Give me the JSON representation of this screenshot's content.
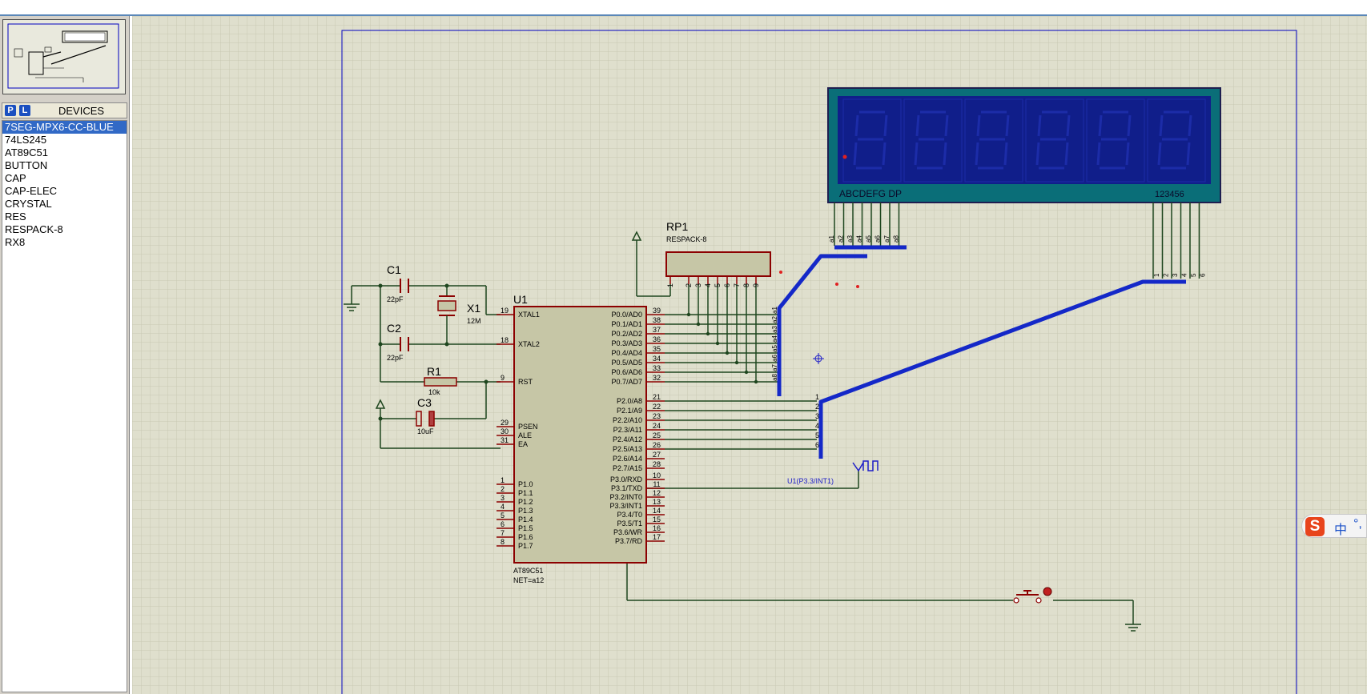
{
  "panel": {
    "pick_label": "P",
    "library_label": "L",
    "devices_title": "DEVICES",
    "devices": [
      "7SEG-MPX6-CC-BLUE",
      "74LS245",
      "AT89C51",
      "BUTTON",
      "CAP",
      "CAP-ELEC",
      "CRYSTAL",
      "RES",
      "RESPACK-8",
      "RX8"
    ],
    "selected_index": 0
  },
  "schematic": {
    "u1": {
      "ref": "U1",
      "part": "AT89C51",
      "net": "NET=a12",
      "left_pins": [
        {
          "num": "19",
          "name": "XTAL1"
        },
        {
          "num": "18",
          "name": "XTAL2"
        },
        {
          "num": "9",
          "name": "RST"
        },
        {
          "num": "29",
          "name": "PSEN"
        },
        {
          "num": "30",
          "name": "ALE"
        },
        {
          "num": "31",
          "name": "EA"
        },
        {
          "num": "1",
          "name": "P1.0"
        },
        {
          "num": "2",
          "name": "P1.1"
        },
        {
          "num": "3",
          "name": "P1.2"
        },
        {
          "num": "4",
          "name": "P1.3"
        },
        {
          "num": "5",
          "name": "P1.4"
        },
        {
          "num": "6",
          "name": "P1.5"
        },
        {
          "num": "7",
          "name": "P1.6"
        },
        {
          "num": "8",
          "name": "P1.7"
        }
      ],
      "right_pins": [
        {
          "num": "39",
          "name": "P0.0/AD0"
        },
        {
          "num": "38",
          "name": "P0.1/AD1"
        },
        {
          "num": "37",
          "name": "P0.2/AD2"
        },
        {
          "num": "36",
          "name": "P0.3/AD3"
        },
        {
          "num": "35",
          "name": "P0.4/AD4"
        },
        {
          "num": "34",
          "name": "P0.5/AD5"
        },
        {
          "num": "33",
          "name": "P0.6/AD6"
        },
        {
          "num": "32",
          "name": "P0.7/AD7"
        },
        {
          "num": "21",
          "name": "P2.0/A8"
        },
        {
          "num": "22",
          "name": "P2.1/A9"
        },
        {
          "num": "23",
          "name": "P2.2/A10"
        },
        {
          "num": "24",
          "name": "P2.3/A11"
        },
        {
          "num": "25",
          "name": "P2.4/A12"
        },
        {
          "num": "26",
          "name": "P2.5/A13"
        },
        {
          "num": "27",
          "name": "P2.6/A14"
        },
        {
          "num": "28",
          "name": "P2.7/A15"
        },
        {
          "num": "10",
          "name": "P3.0/RXD"
        },
        {
          "num": "11",
          "name": "P3.1/TXD"
        },
        {
          "num": "12",
          "name": "P3.2/INT0"
        },
        {
          "num": "13",
          "name": "P3.3/INT1"
        },
        {
          "num": "14",
          "name": "P3.4/T0"
        },
        {
          "num": "15",
          "name": "P3.5/T1"
        },
        {
          "num": "16",
          "name": "P3.6/WR"
        },
        {
          "num": "17",
          "name": "P3.7/RD"
        }
      ]
    },
    "c1": {
      "ref": "C1",
      "value": "22pF"
    },
    "c2": {
      "ref": "C2",
      "value": "22pF"
    },
    "c3": {
      "ref": "C3",
      "value": "10uF"
    },
    "r1": {
      "ref": "R1",
      "value": "10k"
    },
    "x1": {
      "ref": "X1",
      "value": "12M"
    },
    "rp1": {
      "ref": "RP1",
      "part": "RESPACK-8",
      "pins": [
        "1",
        "2",
        "3",
        "4",
        "5",
        "6",
        "7",
        "8",
        "9"
      ]
    },
    "display": {
      "segments_label": "ABCDEFG  DP",
      "digits_label": "123456",
      "seg_nets": [
        "a1",
        "a2",
        "a3",
        "a4",
        "a5",
        "a6",
        "a7",
        "a8"
      ],
      "digit_nets": [
        "1",
        "2",
        "3",
        "4",
        "5",
        "6"
      ]
    },
    "p0_nets": [
      "a1",
      "a2",
      "a3",
      "a4",
      "a5",
      "a6",
      "a7",
      "a8"
    ],
    "p2_nets": [
      "1",
      "2",
      "3",
      "4",
      "5",
      "6"
    ],
    "probe_label": "U1(P3.3/INT1)"
  },
  "ime": {
    "logo": "S",
    "lang": "中",
    "punct": "°,"
  },
  "colors": {
    "canvas_bg": "#dfdfcd",
    "grid": "#c8c8b4",
    "wire": "#1e461e",
    "pin": "#8c0000",
    "chip_body": "#c6c6a6",
    "chip_border": "#8c0000",
    "bus": "#1428c8",
    "display_frame": "#0a6e78",
    "display_glass": "#101e8a",
    "net_label": "#1e1ec8"
  }
}
